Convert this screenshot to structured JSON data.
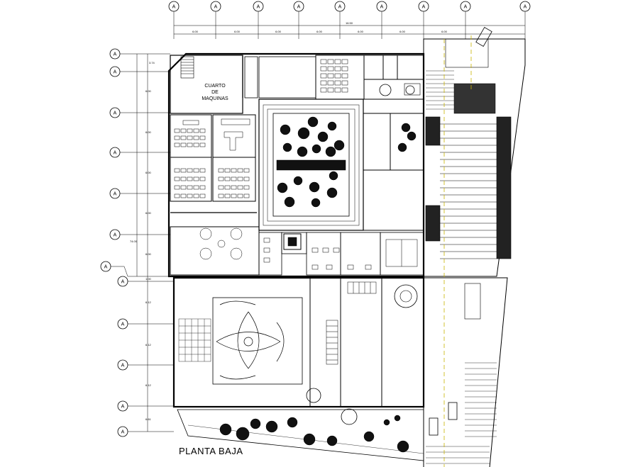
{
  "title": "PLANTA BAJA",
  "room_label": [
    "CUARTO",
    "DE",
    "MAQUINAS"
  ],
  "axis_bubble_letter": "A",
  "overall_dims": {
    "top": "16.50",
    "left": "74.00"
  },
  "top_dims": [
    "6.00",
    "6.00",
    "6.00",
    "6.00",
    "6.00",
    "6.00",
    "6.00"
  ],
  "left_dims": [
    "3.74",
    "6.00",
    "6.00",
    "6.00",
    "6.00",
    "6.00",
    "1.00",
    "6.12",
    "6.12",
    "6.12",
    "6.61"
  ]
}
